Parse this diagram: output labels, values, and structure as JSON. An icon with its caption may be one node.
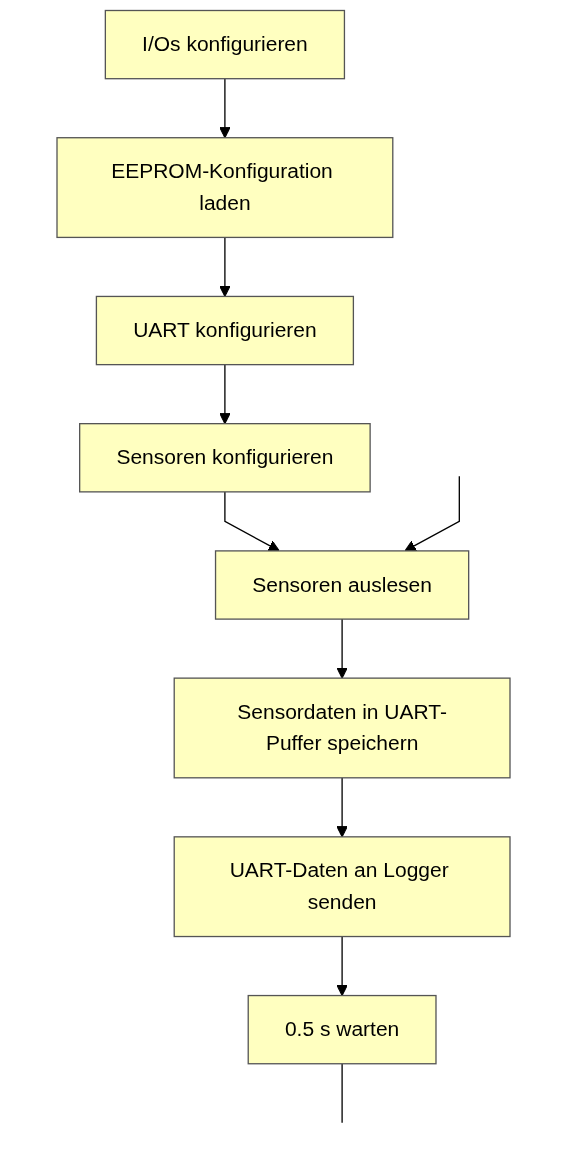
{
  "diagram": {
    "nodes": [
      {
        "text": [
          "I/Os konfigurieren"
        ]
      },
      {
        "text": [
          "EEPROM-Konfiguration laden"
        ]
      },
      {
        "text": [
          "UART konfigurieren"
        ]
      },
      {
        "text": [
          "Sensoren konfigurieren"
        ]
      },
      {
        "text": [
          "Sensoren auslesen"
        ]
      },
      {
        "text": [
          "Sensordaten in UART-Puffer speichern"
        ]
      },
      {
        "text": [
          "UART-Daten an Logger senden"
        ]
      },
      {
        "text": [
          "0.5 s warten"
        ]
      }
    ],
    "edges": [
      {
        "from": 0,
        "to": 1,
        "arrow": "to"
      },
      {
        "from": 1,
        "to": 2,
        "arrow": "to"
      },
      {
        "from": 2,
        "to": 3,
        "arrow": "to"
      },
      {
        "from": 3,
        "to": 4,
        "arrow": "to"
      },
      {
        "from": null,
        "to": 4,
        "arrow": "to"
      },
      {
        "from": 4,
        "to": 5,
        "arrow": "to"
      },
      {
        "from": 5,
        "to": 6,
        "arrow": "to"
      },
      {
        "from": 6,
        "to": 7,
        "arrow": "to"
      },
      {
        "from": 7,
        "to": null,
        "arrow": "none"
      }
    ]
  }
}
